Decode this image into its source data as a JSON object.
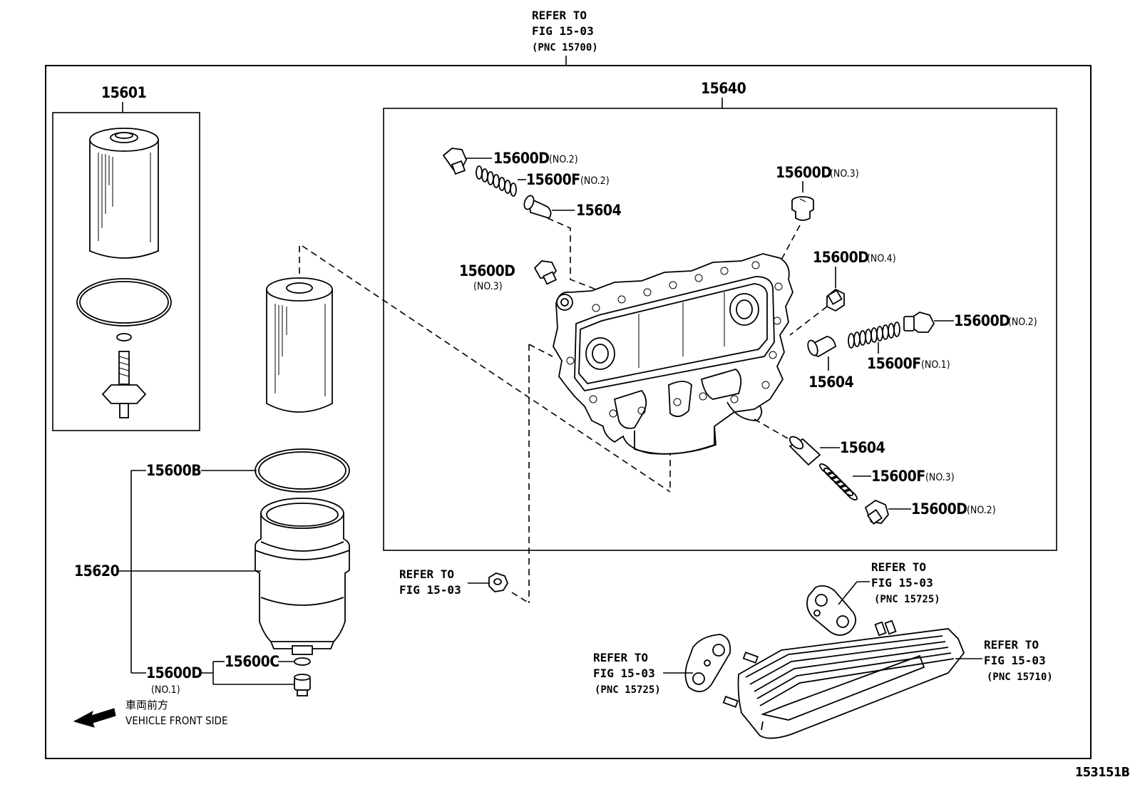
{
  "diagram_id": "153151B",
  "callouts": {
    "top_refer": {
      "line1": "REFER TO",
      "line2": "FIG 15-03",
      "line3": "(PNC 15700)"
    },
    "p15601": "15601",
    "p15640": "15640",
    "p15600D_no2_a": {
      "num": "15600D",
      "sub": "(NO.2)"
    },
    "p15600F_no2": {
      "num": "15600F",
      "sub": "(NO.2)"
    },
    "p15604_a": "15604",
    "p15600D_no3_a": {
      "num": "15600D",
      "sub": "(NO.3)"
    },
    "p15600D_no3_b": {
      "num": "15600D",
      "sub": "(NO.3)"
    },
    "p15600D_no4": {
      "num": "15600D",
      "sub": "(NO.4)"
    },
    "p15600D_no2_b": {
      "num": "15600D",
      "sub": "(NO.2)"
    },
    "p15600F_no1": {
      "num": "15600F",
      "sub": "(NO.1)"
    },
    "p15604_b": "15604",
    "p15604_c": "15604",
    "p15600F_no3": {
      "num": "15600F",
      "sub": "(NO.3)"
    },
    "p15600D_no2_c": {
      "num": "15600D",
      "sub": "(NO.2)"
    },
    "p15600B": "15600B",
    "p15620": "15620",
    "p15600C": "15600C",
    "p15600D_no1": {
      "num": "15600D",
      "sub": "(NO.1)"
    },
    "refer_mid": {
      "line1": "REFER TO",
      "line2": "FIG 15-03"
    },
    "refer_r1": {
      "line1": "REFER TO",
      "line2": "FIG 15-03",
      "line3": "(PNC 15725)"
    },
    "refer_r2": {
      "line1": "REFER TO",
      "line2": "FIG 15-03",
      "line3": "(PNC 15725)"
    },
    "refer_r3": {
      "line1": "REFER TO",
      "line2": "FIG 15-03",
      "line3": "(PNC 15710)"
    }
  },
  "direction_note": {
    "jp": "車両前方",
    "en": "VEHICLE FRONT SIDE"
  }
}
